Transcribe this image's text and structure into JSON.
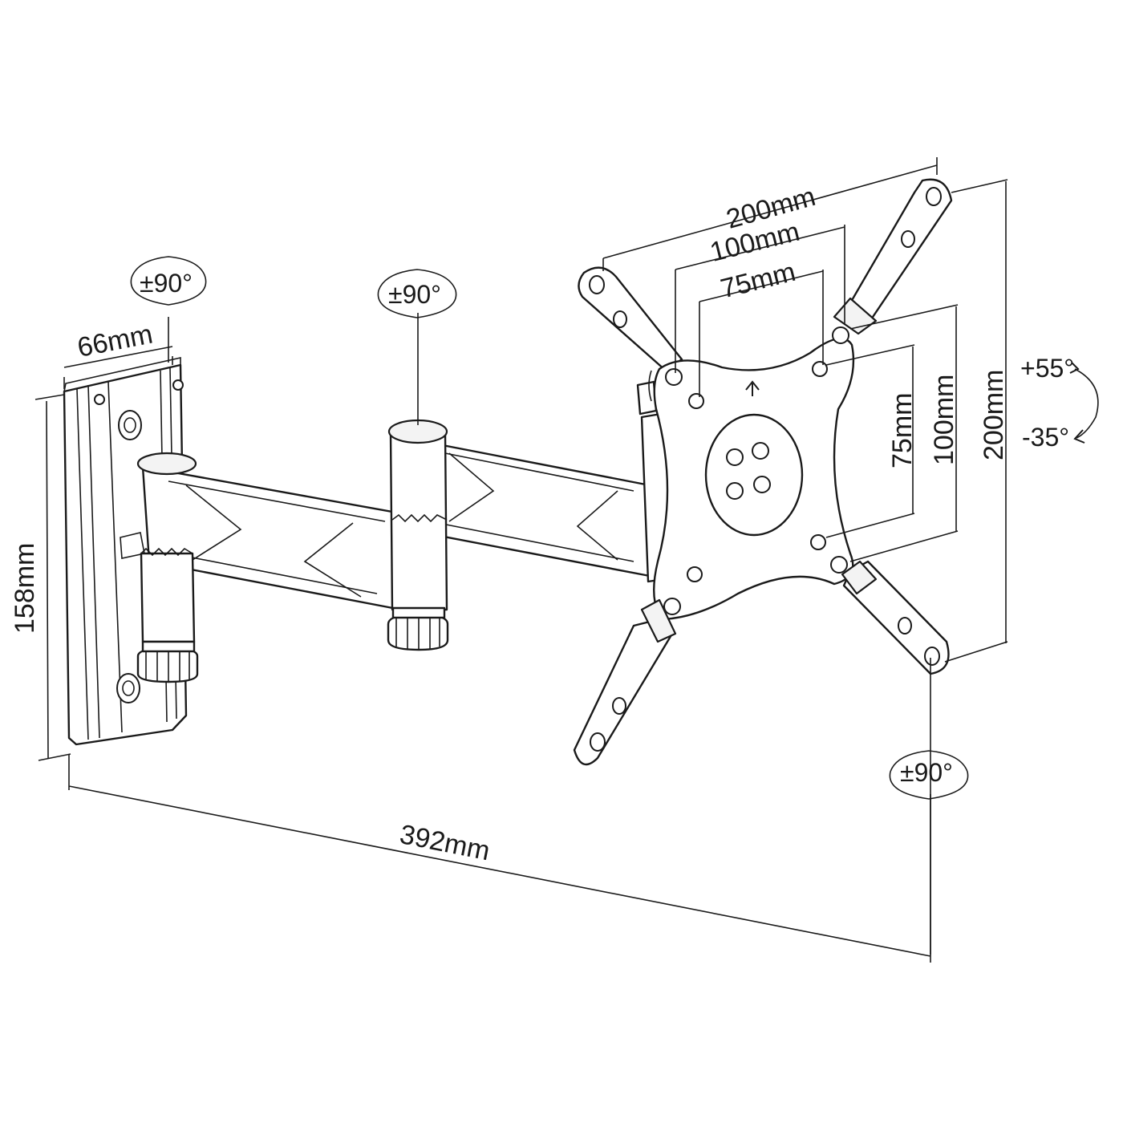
{
  "dimensions": {
    "wall_plate_width": "66mm",
    "wall_plate_height": "158mm",
    "total_extension": "392mm",
    "vesa_horizontal_max": "200mm",
    "vesa_horizontal_mid": "100mm",
    "vesa_horizontal_min": "75mm",
    "vesa_vertical_min": "75mm",
    "vesa_vertical_mid": "100mm",
    "vesa_vertical_max": "200mm"
  },
  "rotations": {
    "wall_swivel": "±90°",
    "arm_swivel": "±90°",
    "head_swivel": "±90°",
    "tilt_up": "+55°",
    "tilt_down": "-35°"
  },
  "icons": {
    "up_arrow": "arrow-up-icon"
  }
}
